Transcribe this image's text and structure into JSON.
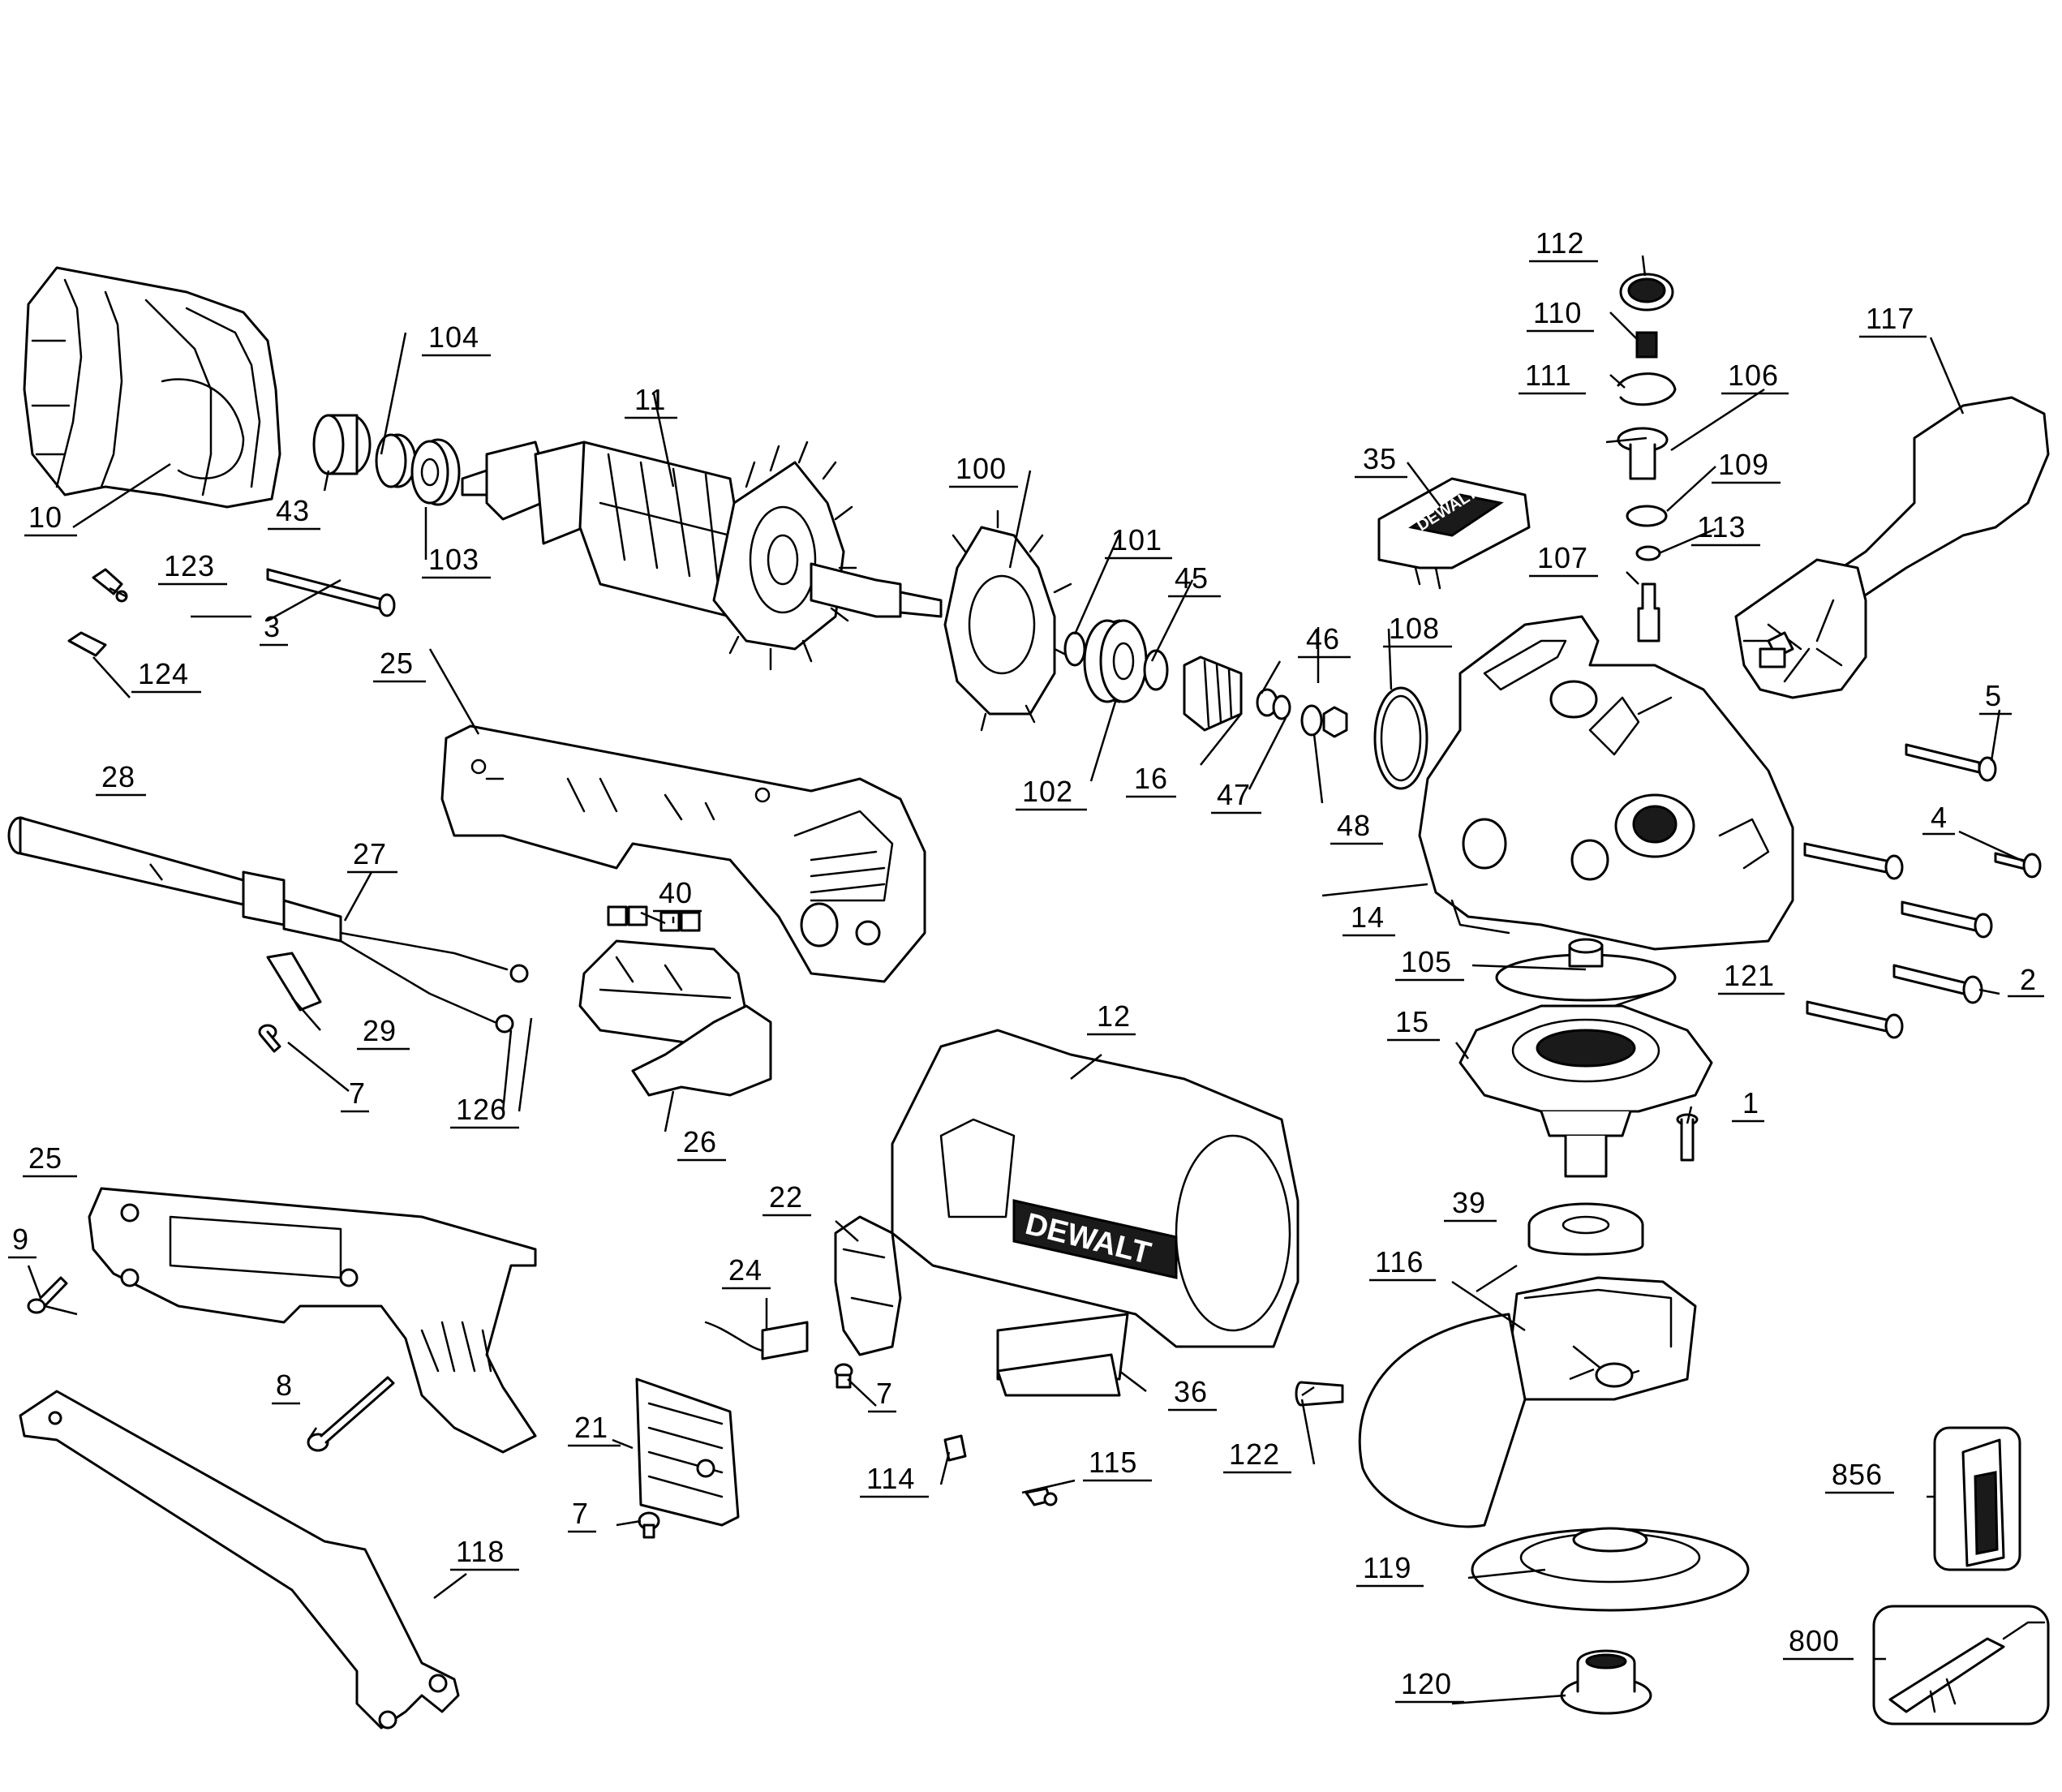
{
  "brand": {
    "logo_text": "DEWALT",
    "label_text": "DEWALT"
  },
  "callouts": {
    "c1": "1",
    "c2": "2",
    "c3": "3",
    "c4": "4",
    "c5": "5",
    "c7a": "7",
    "c7b": "7",
    "c7c": "7",
    "c8": "8",
    "c9": "9",
    "c10": "10",
    "c11": "11",
    "c12": "12",
    "c14": "14",
    "c15": "15",
    "c16": "16",
    "c21": "21",
    "c22": "22",
    "c24": "24",
    "c25a": "25",
    "c25b": "25",
    "c26": "26",
    "c27": "27",
    "c28": "28",
    "c29": "29",
    "c35": "35",
    "c36": "36",
    "c39": "39",
    "c40": "40",
    "c43": "43",
    "c45": "45",
    "c46": "46",
    "c47": "47",
    "c48": "48",
    "c100": "100",
    "c101": "101",
    "c102": "102",
    "c103": "103",
    "c104": "104",
    "c105": "105",
    "c106": "106",
    "c107": "107",
    "c108": "108",
    "c109": "109",
    "c110": "110",
    "c111": "111",
    "c112": "112",
    "c113": "113",
    "c114": "114",
    "c115": "115",
    "c116": "116",
    "c117": "117",
    "c118": "118",
    "c119": "119",
    "c120": "120",
    "c121": "121",
    "c122": "122",
    "c123": "123",
    "c124": "124",
    "c126": "126",
    "c800": "800",
    "c856": "856"
  }
}
